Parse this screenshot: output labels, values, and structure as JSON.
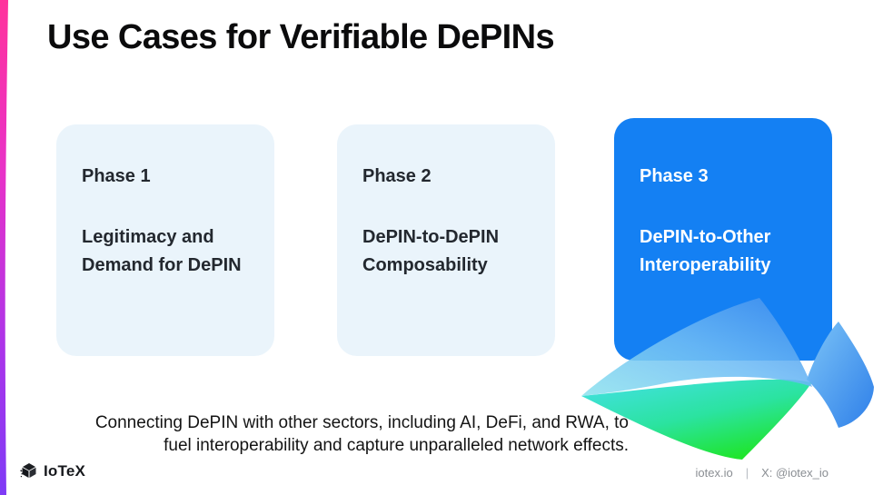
{
  "slide": {
    "title": "Use Cases for Verifiable DePINs",
    "cards": [
      {
        "phase": "Phase 1",
        "title_line1": "Legitimacy and",
        "title_line2": "Demand for DePIN"
      },
      {
        "phase": "Phase 2",
        "title_line1": "DePIN-to-DePIN",
        "title_line2": "Composability"
      },
      {
        "phase": "Phase 3",
        "title_line1": "DePIN-to-Other",
        "title_line2": "Interoperability"
      }
    ],
    "summary": {
      "line1": "Connecting DePIN with other sectors, including AI, DeFi, and RWA, to",
      "line2": "fuel interoperability and capture unparalleled network effects."
    },
    "footer": {
      "logo_text": "IoTeX",
      "website": "iotex.io",
      "separator": "|",
      "social": "X: @iotex_io"
    },
    "colors": {
      "accent_blue": "#1480F3",
      "card_bg": "#EAF4FB",
      "card_text": "#23282F",
      "strip_pink": "#FF339C",
      "strip_magenta": "#E832C8",
      "strip_violet": "#AC34E9",
      "strip_purple": "#7E3BF6",
      "swoosh_cyan": "#45E0E8",
      "swoosh_green": "#1FE52B",
      "swoosh_blue": "#3E8CEE",
      "footer_gray": "#8A8E93"
    }
  }
}
